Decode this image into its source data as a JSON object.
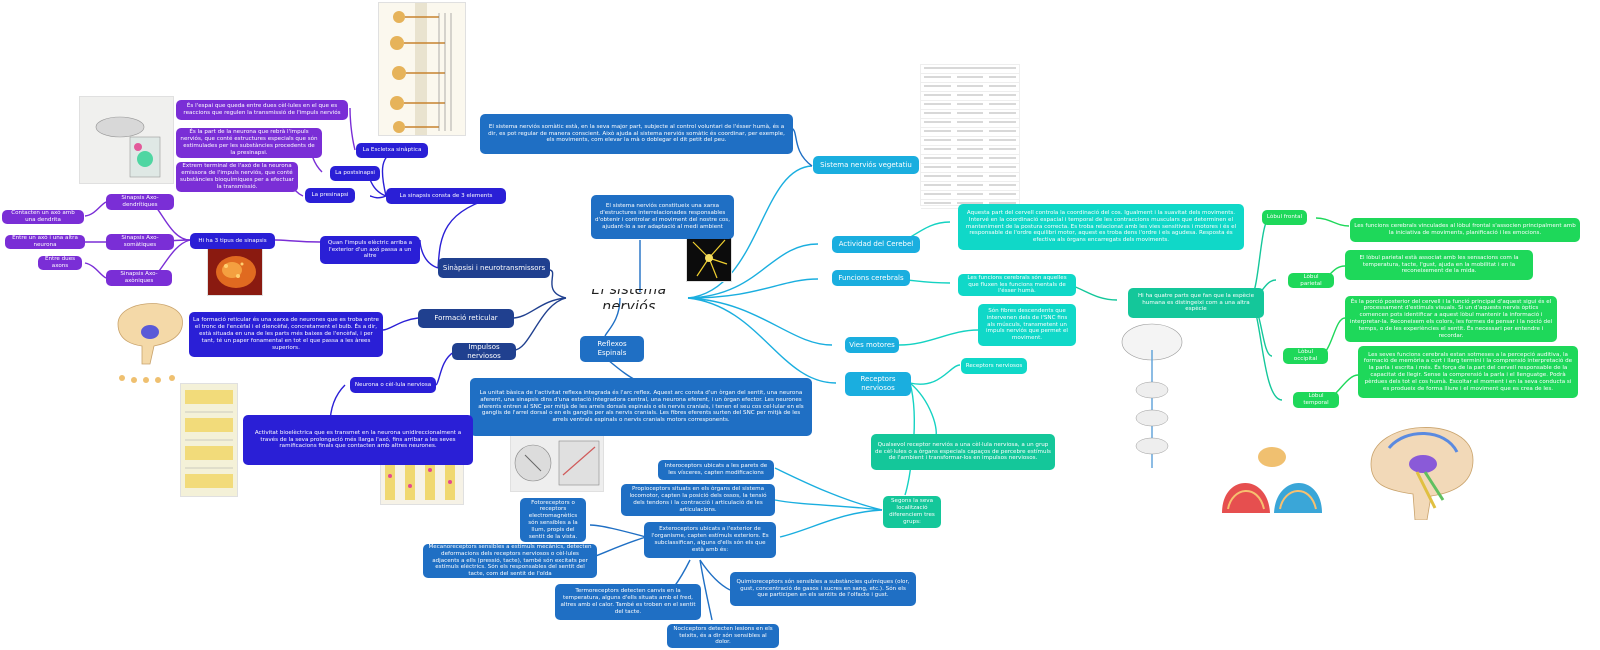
{
  "center": "El sistema nerviós",
  "nodes": {
    "sinapsi_main": "Sinàpsisi i neurotransmissors",
    "formacio": "Formació reticular",
    "impulsos": "Impulsos nerviosos",
    "reflexos": "Reflexos Espinals",
    "somatic_desc": "El sistema nerviós constitueix una xarxa d'estructures interrelacionades responsables d'obtenir i controlar el moviment del nostre cos, ajudant-lo a ser adaptació al medi ambient",
    "veg": "Sistema nerviós vegetatiu",
    "veg_desc": "El sistema nerviós somàtic està, en la seva major part, subjecte al control voluntari de l'ésser humà, és a dir, es pot regular de manera conscient. Això ajuda al sistema nerviós somàtic és coordinar, per exemple, els moviments, com elevar la mà o doblegar el dit petit del peu.",
    "cerebel": "Actividad del Cerebel",
    "cerebel_desc": "Aquesta part del cervell controla la coordinació del cos. Igualment i la suavitat dels moviments. Intervé en la coordinació espacial i temporal de les contraccions musculars que determinen el manteniment de la postura correcta. Es troba relacionat amb les vies sensitives i motores i és el responsable de l'ordre equilibri motor, aquest es troba dens l'ordre i els agudesa. Resposta és efectiva als òrgans encarregats dels moviments.",
    "funcions": "Funcions cerebrals",
    "funcions_desc": "Les funcions cerebrals són aquelles que fluxen les funcions mentals de l'ésser humà.",
    "quatre_parts": "Hi ha quatre parts que fan que la espècie humana es distingeixi com a una altra espècie",
    "lobul_frontal": "Lòbul frontal",
    "frontal_desc": "Les funcions cerebrals vinculades al lòbul frontal s'associen principalment amb la iniciativa de moviments, planificació i les emocions.",
    "lobul_parietal": "Lòbul parietal",
    "parietal_desc": "El lòbul parietal està associat amb les sensacions com la temperatura, tacte, l'gust, ajuda en la mobilitat i en la reconeixement de la mida.",
    "lobul_occipital": "Lòbul occipital",
    "occipital_desc": "És la porció posterior del cervell i la funció principal d'aquest sigui és el processament d'estímuls visuals. Si un d'aquests nervis òptics comencen pots identificar a aquest lòbul mantenir la informació i interpretar-la. Reconeixem els colors, les formes de pensar i la noció del temps, o de les experiències el sentit. És necessari per entendre i recordar.",
    "lobul_temporal": "Lòbul temporal",
    "temporal_desc": "Les seves funcions cerebrals estan sotmeses a la percepció auditiva, la formació de memòria a curt i llarg termini i la comprensió interpretació de la parla i escrita i més. És força de la part del cervell responsable de la capacitat de llegir. Sense la comprensió la parla i el llenguatge. Podrà pèrdues dels tot el cos humà. Escoltar el moment i en la seva conducta si es produeix de forma lliure i el moviment que es crea de les.",
    "vies": "Vies motores",
    "vies_desc": "Són fibres descendents que intervenen dels de l'SNC fins als músculs, transmetent un impuls nerviós que permet el moviment.",
    "receptors": "Receptors nerviosos",
    "receptors_label": "Receptors nerviosos",
    "receptors_desc": "Qualsevol receptor nerviós a una cèl·lula nerviosa, a un grup de cèl·lules o a òrgans especials capaços de percebre estímuls de l'ambient i transformar-los en impulsos nerviosos.",
    "tipus_receptors": "Segons la seva localització diferenciem tres grups:",
    "interoceptors": "Interoceptors ubicats a les parets de les vísceres, capten modificacions",
    "propioceptors": "Propioceptors situats en els òrgans del sistema locomotor, capten la posició dels ossos, la tensió dels tendons i la contracció i articulació de les articulacions.",
    "exteroceptors": "Exteroceptors ubicats a l'exterior de l'organisme, capten estímuls exteriors. Es subclassifican, alguns d'ells són els que està amb és:",
    "fotoreceptors": "Fotoreceptors o receptors electromagnètics són sensibles a la llum, propis del sentit de la vista.",
    "mecanoreceptors": "Mecanoreceptors sensibles a estímuls mecànics, detecten deformacions dels receptors nerviosos o cèl·lules adjacents a ells (pressió, tacte), també són excitats per estímuls elèctrics. Són els responsables del sentit del tacte, com del sentit de l'oïda",
    "quimioreceptors": "Quimioreceptors són sensibles a substàncies químiques (olor, gust, concentració de gasos i sucres en sang, etc.). Són els que participen en els sentits de l'olfacte i gust.",
    "termoreceptors": "Termoreceptors detecten canvis en la temperatura, alguns d'ells situats amb el fred, altres amb el calor. També es troben en el sentit del tacte.",
    "nociceptors": "Nociceptors detecten lesions en els teixits, és a dir són sensibles al dolor.",
    "reflex_desc": "La unitat bàsica de l'activitat reflexa integrada és l'arc reflex. Aquest arc consta d'un òrgan del sentit, una neurona aferent, una sinapsis dins d'una estació integradora central, una neurona eferent, i un òrgan efector. Les neurones aferents entren al SNC per mitjà de les arrels dorsals espinals o els nervis cranials, i tenen el seu cos cel·lular en els ganglis de l'arrel dorsal o en els ganglis per als nervis cranials. Les fibres eferents surten del SNC per mitjà de les arrels ventrals espinals o nervis cranials motors corresponents.",
    "neurona": "Neurona o cèl·lula nerviosa",
    "neurona_desc": "Activitat bioelèctrica que es transmet en la neurona unidireccionalment a través de la seva prolongació més llarga l'axó, fins arribar a les seves ramificacions finals que contacten amb altres neurones.",
    "formacio_desc": "La formació reticular és una xarxa de neurones que es troba entre el tronc de l'encèfal i el diencèfal, concretament el bulb. És a dir, està situada en una de les parts més baixes de l'encèfal, i per tant, té un paper fonamental en tot el que passa a les àrees superiors.",
    "quan_impuls": "Quan l'impuls elèctric arriba a l'exterior d'un axó passa a un altre",
    "tipus_sinapsi": "Hi ha 3 tipus de sinapsis",
    "sinapsi_axo_dend": "Sinapsis Axo-dendrítiques",
    "sinapsi_axo_som": "Sinapsis Axo-somàtiques",
    "sinapsi_axo_axo": "Sinapsis Axo-axòniques",
    "axo_dend_desc": "Contacten un axó amb una dendrita",
    "axo_som_desc": "Entre un axó i una altra neurona",
    "axo_axo_desc": "Entre dues axons",
    "consta": "La sinapsis consta de 3 elements",
    "escletxa": "La Escletxa sinàptica",
    "postsinapsi": "La postsinapsi",
    "presinapsi": "La presinapsi",
    "escletxa_desc": "És l'espai que queda entre dues cèl·lules en el que es reaccions que regulen la transmissió de l'impuls nerviós",
    "post_desc": "És la part de la neurona que rebrà l'impuls nerviós, que conté estructures especials que són estimulades per les substàncies procedents de la presinapsi.",
    "pre_desc": "Extrem terminal de l'axó de la neurona emissora de l'impuls nerviós, que conté substàncies bioquímiques per a efectuar la transmissió."
  }
}
